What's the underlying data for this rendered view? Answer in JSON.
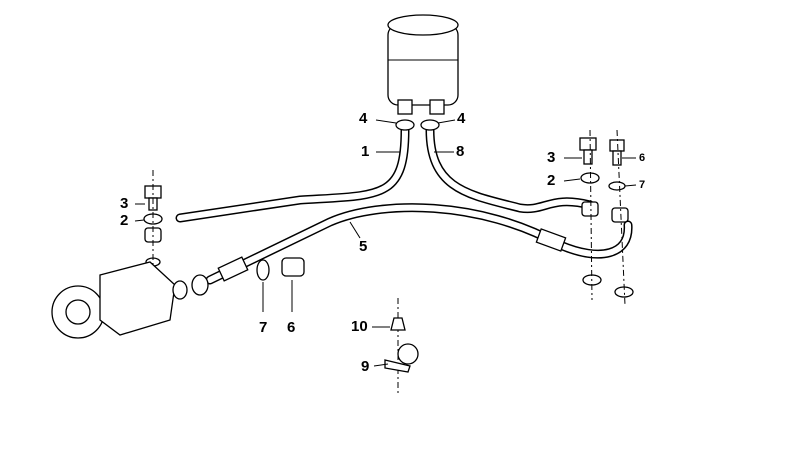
{
  "diagram": {
    "title": "Power steering hoses parts diagram",
    "callouts": [
      {
        "id": "c4a",
        "text": "4"
      },
      {
        "id": "c4b",
        "text": "4"
      },
      {
        "id": "c1",
        "text": "1"
      },
      {
        "id": "c8",
        "text": "8"
      },
      {
        "id": "c3r",
        "text": "3"
      },
      {
        "id": "c6r",
        "text": "6"
      },
      {
        "id": "c2r",
        "text": "2"
      },
      {
        "id": "c7r",
        "text": "7"
      },
      {
        "id": "c3l",
        "text": "3"
      },
      {
        "id": "c2l",
        "text": "2"
      },
      {
        "id": "c5",
        "text": "5"
      },
      {
        "id": "c7b",
        "text": "7"
      },
      {
        "id": "c6b",
        "text": "6"
      },
      {
        "id": "c10",
        "text": "10"
      },
      {
        "id": "c9",
        "text": "9"
      }
    ]
  }
}
